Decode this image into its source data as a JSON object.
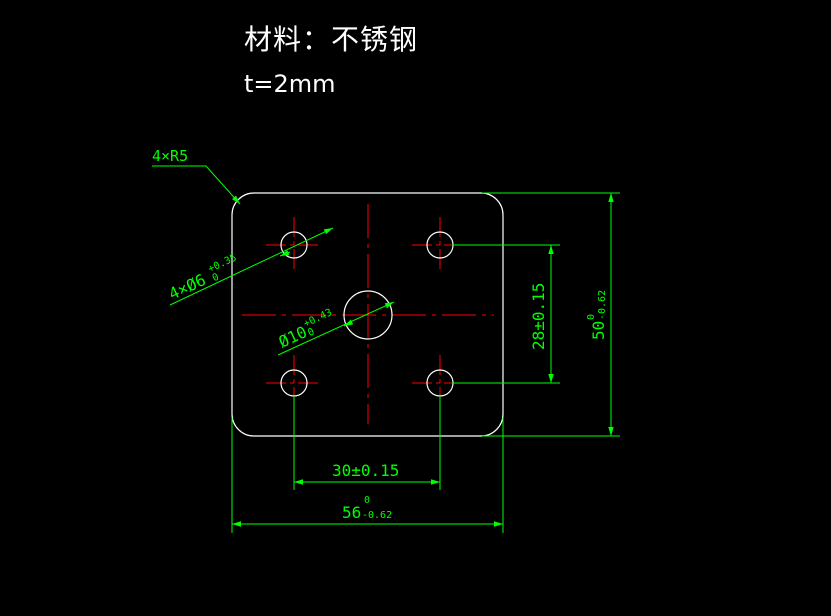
{
  "header": {
    "material": "材料：不锈钢",
    "thickness": "t=2mm"
  },
  "colors": {
    "background": "#000000",
    "outline": "#ffffff",
    "centerline": "#ff0000",
    "dimension": "#00ff00"
  },
  "dimensions": {
    "corner_radius": "4×R5",
    "small_holes": {
      "base": "4×Ø6",
      "upper": "+0.35",
      "lower": "0"
    },
    "center_hole": {
      "base": "Ø10",
      "upper": "+0.43",
      "lower": "0"
    },
    "hole_spacing_vertical": "28±0.15",
    "hole_spacing_horizontal": "30±0.15",
    "overall_height": {
      "base": "50",
      "upper": "0",
      "lower": "-0.62"
    },
    "overall_width": {
      "base": "56",
      "upper": "0",
      "lower": "-0.62"
    }
  }
}
